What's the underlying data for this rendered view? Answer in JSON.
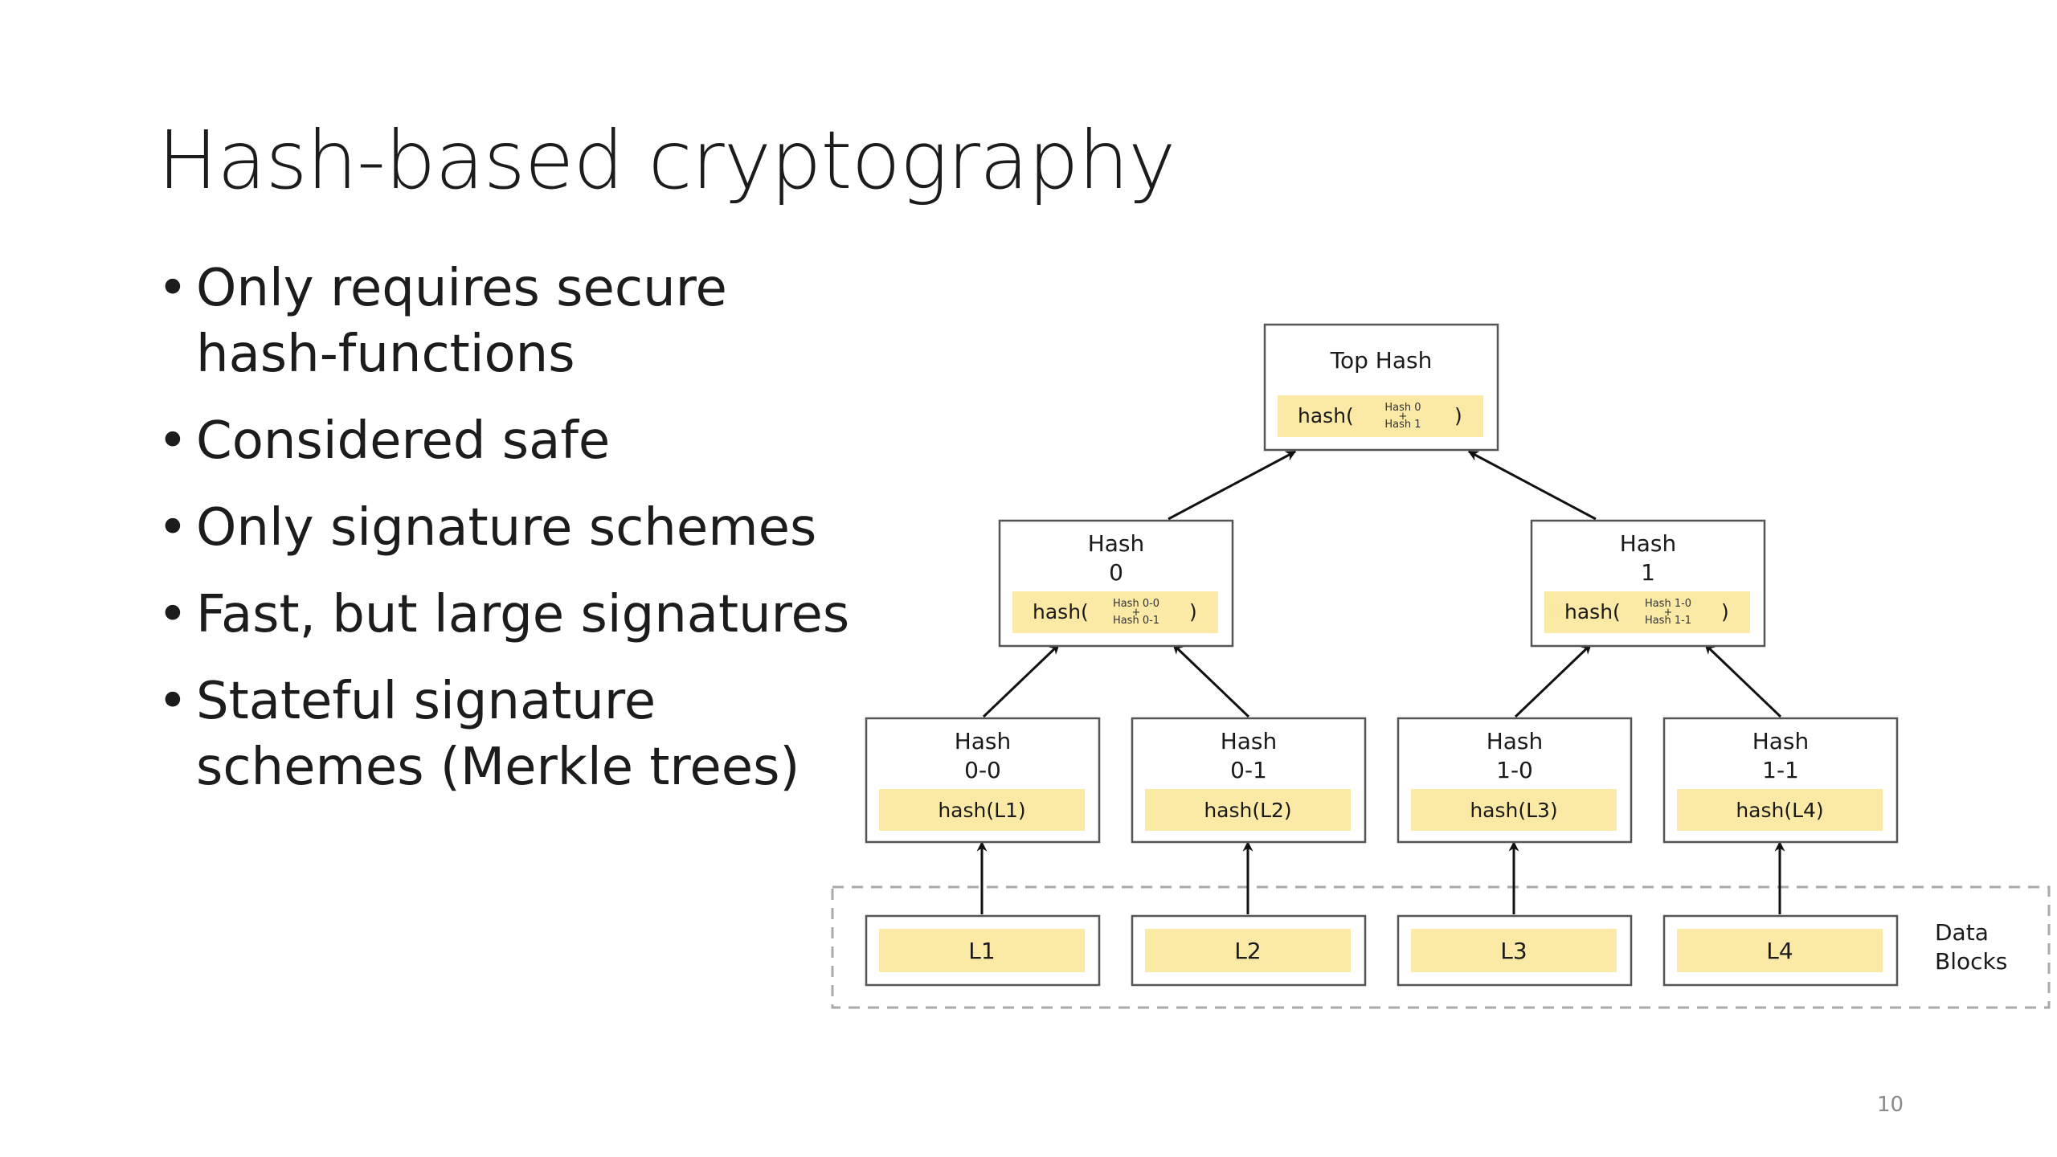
{
  "slide": {
    "title": "Hash-based cryptography",
    "bullets": [
      "Only requires secure hash-functions",
      "Considered safe",
      "Only signature schemes",
      "Fast, but large signatures",
      "Stateful signature schemes (Merkle trees)"
    ],
    "bullet_symbol": "•",
    "page_number": "10"
  },
  "diagram": {
    "top": {
      "title": "Top Hash",
      "fn": "hash(",
      "close": ")",
      "inner_a": "Hash 0",
      "inner_plus": "+",
      "inner_b": "Hash 1"
    },
    "h0": {
      "line1": "Hash",
      "line2": "0",
      "fn": "hash(",
      "close": ")",
      "inner_a": "Hash 0-0",
      "inner_plus": "+",
      "inner_b": "Hash 0-1"
    },
    "h1": {
      "line1": "Hash",
      "line2": "1",
      "fn": "hash(",
      "close": ")",
      "inner_a": "Hash 1-0",
      "inner_plus": "+",
      "inner_b": "Hash 1-1"
    },
    "leaves": [
      {
        "line1": "Hash",
        "line2": "0-0",
        "fn": "hash(L1)"
      },
      {
        "line1": "Hash",
        "line2": "0-1",
        "fn": "hash(L2)"
      },
      {
        "line1": "Hash",
        "line2": "1-0",
        "fn": "hash(L3)"
      },
      {
        "line1": "Hash",
        "line2": "1-1",
        "fn": "hash(L4)"
      }
    ],
    "blocks": [
      "L1",
      "L2",
      "L3",
      "L4"
    ],
    "data_blocks_line1": "Data",
    "data_blocks_line2": "Blocks",
    "colors": {
      "highlight": "#fbe9a6",
      "border": "#555555",
      "dashed_border": "#aaaaaa"
    }
  }
}
